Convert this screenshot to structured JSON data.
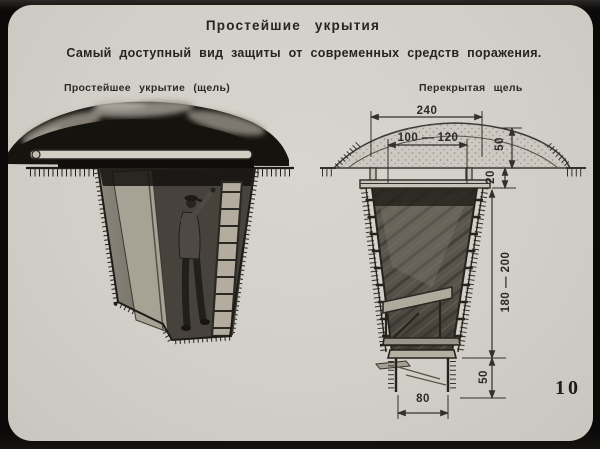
{
  "slide": {
    "title": "Простейшие укрытия",
    "subtitle": "Самый доступный вид защиты от современных средств поражения.",
    "page_number": "10"
  },
  "figures": {
    "left": {
      "label": "Простейшее укрытие (щель)",
      "description": "halftone-illustration-of-open-slit-trench-with-person-on-ladder-under-earth-covered-log-roof"
    },
    "right": {
      "label": "Перекрытая щель",
      "description": "technical-cross-section-of-covered-slit-trench",
      "dimensions": {
        "overall_width": "240",
        "cover_width": "100 — 120",
        "mound_height": "50",
        "cover_depth": "20",
        "trench_depth": "180 — 200",
        "sump_depth": "50",
        "bottom_width": "80"
      }
    }
  },
  "colors": {
    "film_frame": "#0b0a08",
    "slide_background": "#d2cfc8",
    "ink": "#26251f",
    "drawing_line": "#33312c"
  }
}
